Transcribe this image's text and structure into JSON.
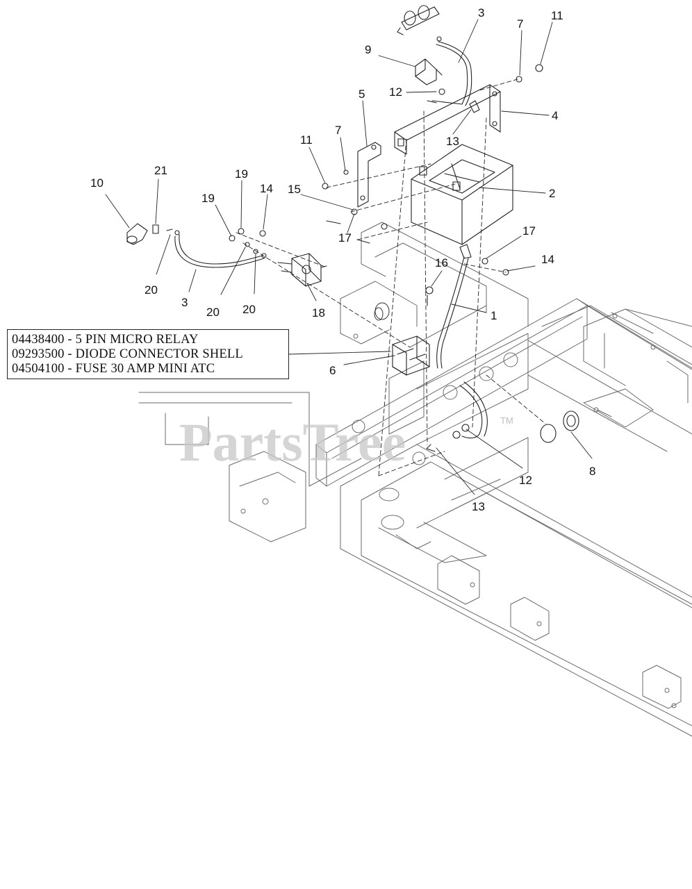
{
  "callouts": [
    {
      "id": "c3a",
      "text": "3"
    },
    {
      "id": "c11a",
      "text": "11"
    },
    {
      "id": "c7a",
      "text": "7"
    },
    {
      "id": "c9",
      "text": "9"
    },
    {
      "id": "c12a",
      "text": "12"
    },
    {
      "id": "c5",
      "text": "5"
    },
    {
      "id": "c4",
      "text": "4"
    },
    {
      "id": "c13a",
      "text": "13"
    },
    {
      "id": "c11b",
      "text": "11"
    },
    {
      "id": "c7b",
      "text": "7"
    },
    {
      "id": "c2",
      "text": "2"
    },
    {
      "id": "c21",
      "text": "21"
    },
    {
      "id": "c10",
      "text": "10"
    },
    {
      "id": "c19a",
      "text": "19"
    },
    {
      "id": "c14a",
      "text": "14"
    },
    {
      "id": "c19b",
      "text": "19"
    },
    {
      "id": "c15",
      "text": "15"
    },
    {
      "id": "c17a",
      "text": "17"
    },
    {
      "id": "c17b",
      "text": "17"
    },
    {
      "id": "c14b",
      "text": "14"
    },
    {
      "id": "c16",
      "text": "16"
    },
    {
      "id": "c20a",
      "text": "20"
    },
    {
      "id": "c3b",
      "text": "3"
    },
    {
      "id": "c20b",
      "text": "20"
    },
    {
      "id": "c20c",
      "text": "20"
    },
    {
      "id": "c18",
      "text": "18"
    },
    {
      "id": "c1",
      "text": "1"
    },
    {
      "id": "c6",
      "text": "6"
    },
    {
      "id": "c8",
      "text": "8"
    },
    {
      "id": "c12b",
      "text": "12"
    },
    {
      "id": "c13b",
      "text": "13"
    }
  ],
  "legend": [
    "04438400 - 5 PIN MICRO RELAY",
    "09293500 - DIODE CONNECTOR SHELL",
    "04504100 - FUSE 30 AMP MINI ATC"
  ],
  "watermark": {
    "text": "PartsTree",
    "tm": "TM"
  }
}
